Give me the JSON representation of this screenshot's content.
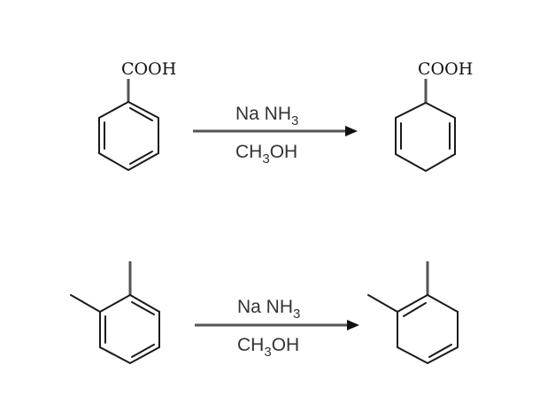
{
  "reactions": [
    {
      "reactant": {
        "name": "benzoic acid",
        "substituent_label": "COOH"
      },
      "reagent_top": {
        "main": "Na NH",
        "sub": "3"
      },
      "reagent_bottom": {
        "pre": "CH",
        "sub": "3",
        "post": "OH"
      },
      "product": {
        "name": "1,4-dihydrobenzoic acid",
        "substituent_label": "COOH"
      }
    },
    {
      "reactant": {
        "name": "o-xylene"
      },
      "reagent_top": {
        "main": "Na NH",
        "sub": "3"
      },
      "reagent_bottom": {
        "pre": "CH",
        "sub": "3",
        "post": "OH"
      },
      "product": {
        "name": "1,2-dimethyl-1,4-cyclohexadiene"
      }
    }
  ],
  "colors": {
    "bond": "#1a1a1a",
    "arrow": "#555555",
    "text": "#333333"
  }
}
